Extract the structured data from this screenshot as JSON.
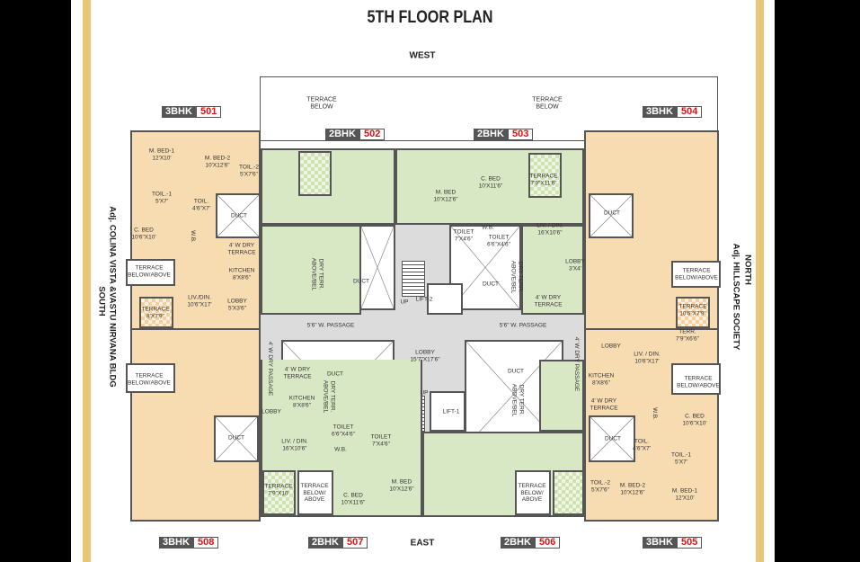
{
  "title": "5TH FLOOR PLAN",
  "directions": {
    "west": "WEST",
    "east": "EAST",
    "north": "NORTH",
    "south": "SOUTH"
  },
  "adjacent": {
    "south": "Adj. COLINA VISTA &VASTU NIRVANA BLDG",
    "north": "Adj. HILLSCAPE SOCIETY"
  },
  "top_terraces": [
    "TERRACE\nBELOW",
    "TERRACE\nBELOW"
  ],
  "units": [
    {
      "type": "3BHK",
      "number": "501"
    },
    {
      "type": "2BHK",
      "number": "502"
    },
    {
      "type": "2BHK",
      "number": "503"
    },
    {
      "type": "3BHK",
      "number": "504"
    },
    {
      "type": "3BHK",
      "number": "505"
    },
    {
      "type": "2BHK",
      "number": "506"
    },
    {
      "type": "2BHK",
      "number": "507"
    },
    {
      "type": "3BHK",
      "number": "508"
    }
  ],
  "colors": {
    "three_bhk": "#f7dcb2",
    "two_bhk": "#d9e8c4",
    "common": "#dcdcdc",
    "label_number": "#e01010",
    "frame": "#e9c676"
  },
  "rooms": [
    "M. BED-1\n12'X10'",
    "M. BED-2\n10'X12'6\"",
    "TOIL.-2\n5'X7'6\"",
    "TOIL.-1\n5'X7'",
    "TOIL.\n4'6\"X7'",
    "DUCT",
    "C. BED\n10'6\"X10'",
    "W.B.",
    "4' W DRY\nTERRACE",
    "TERRACE\nBELOW/ABOVE",
    "KITCHEN\n8'X8'6\"",
    "LIV./DIN.\n10'6\"X17'",
    "LOBBY\n5'X3'6\"",
    "TERRACE\n8'X7'9\"",
    "DRY TERR.\nABOVE/BEL",
    "DUCT",
    "M. BED\n10'X12'6\"",
    "C. BED\n10'X11'6\"",
    "TERRACE\n7'9\"X11'6\"",
    "W.B.",
    "TOILET\n7'X4'6\"",
    "TOILET\n6'6\"X4'6\"",
    "LIV. / DIN.\n16'X10'6\"",
    "DRY TERR.\nABOVE/BEL",
    "DUCT",
    "LOBBY\n3'X4'",
    "4' W DRY\nTERRACE",
    "LIFT-2",
    "UP",
    "DUCT",
    "TERRACE\nBELOW/ABOVE",
    "TERRACE\n10'6\"X7'9\"",
    "5'6\" W. PASSAGE",
    "5'6\" W. PASSAGE",
    "LOBBY\n15'7\"X17'6\"",
    "4' W DRY PASSAGE",
    "4' W DRY PASSAGE",
    "4' W DRY\nTERRACE",
    "DUCT",
    "KITCHEN\n8'X8'6\"",
    "DRY TERR.\nABOVE/BEL",
    "LOBBY",
    "LIV. / DIN.\n16'X10'6\"",
    "TOILET\n6'6\"X4'6\"",
    "TOILET\n7'X4'6\"",
    "W.B.",
    "UP",
    "LIFT-1",
    "TERRACE\n7'9\"X10'",
    "TERRACE\nBELOW/\nABOVE",
    "C. BED\n10'X11'6\"",
    "M. BED\n10'X12'6\"",
    "DUCT",
    "DRY TERR.\nABOVE/BEL",
    "TERRACE\nBELOW/\nABOVE",
    "LOBBY",
    "TERR.\n7'9\"X6'6\"",
    "LIV. / DIN.\n10'6\"X17'",
    "KITCHEN\n8'X8'6\"",
    "TERRACE\nBELOW/ABOVE",
    "4' W DRY\nTERRACE",
    "W.B.",
    "C. BED\n10'6\"X10'",
    "DUCT",
    "TOIL.\n4'6\"X7'",
    "TOIL.-1\n5'X7'",
    "TOIL.-2\n5'X7'6\"",
    "M. BED-2\n10'X12'6\"",
    "M. BED-1\n12'X10'",
    "TERRACE\nBELOW/ABOVE",
    "DUCT"
  ]
}
